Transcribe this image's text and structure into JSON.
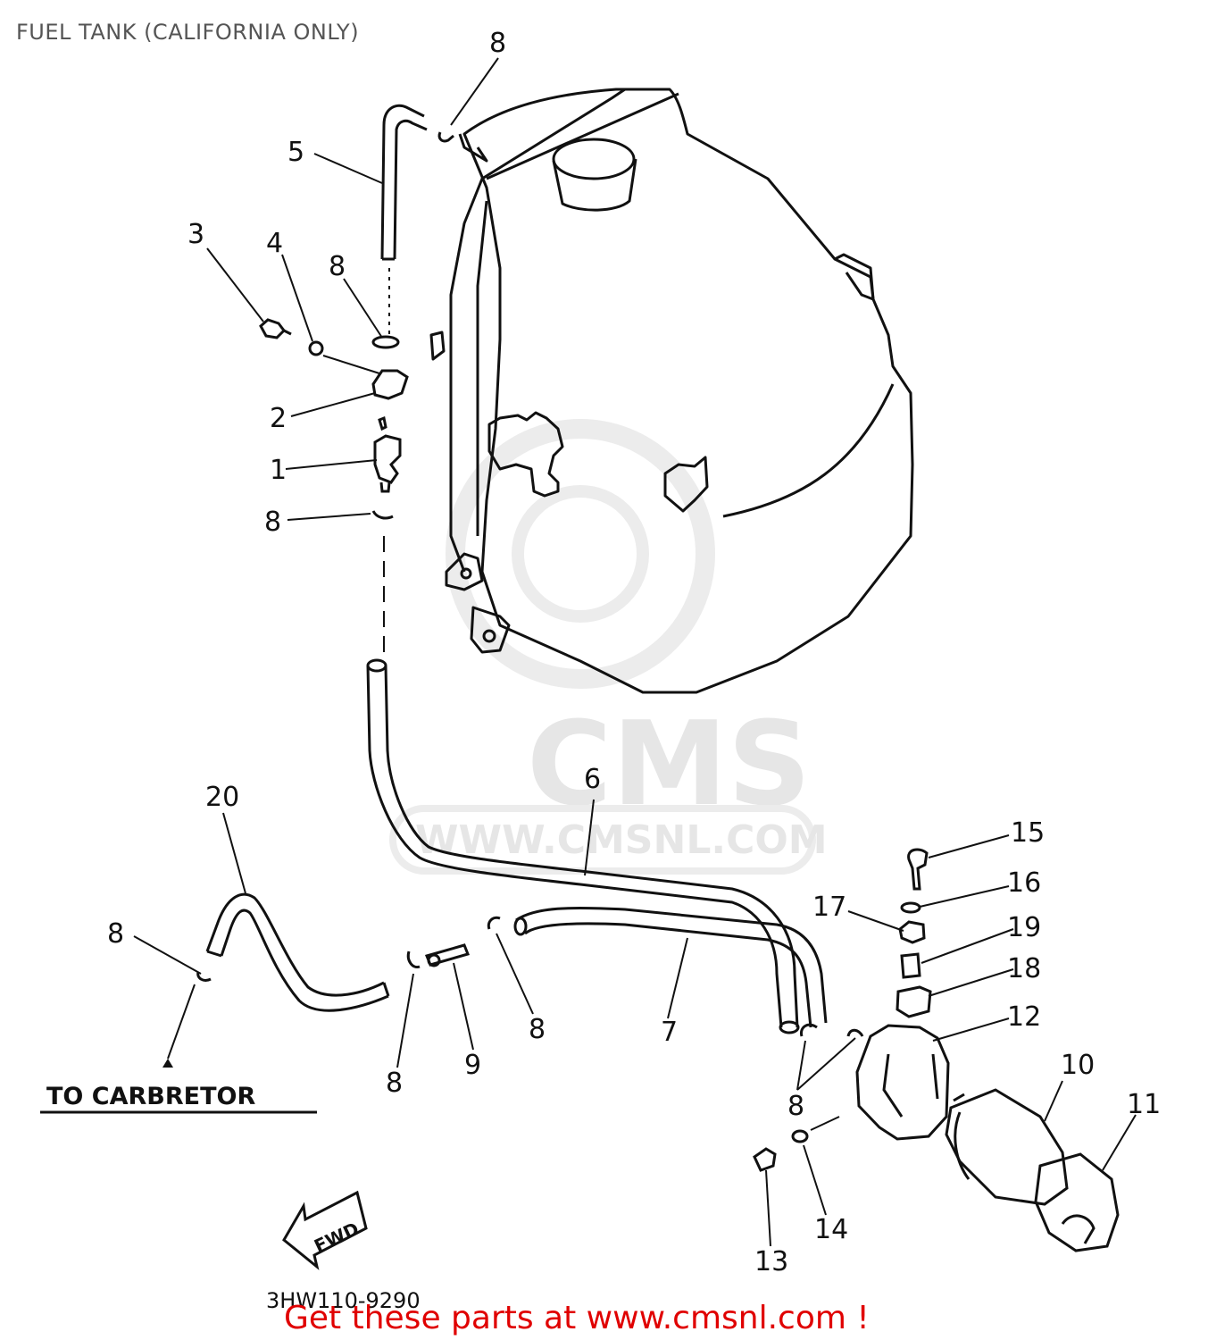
{
  "title": "FUEL TANK (CALIFORNIA ONLY)",
  "watermark": {
    "logo_text": "CMS",
    "url": "WWW.CMSNL.COM"
  },
  "callouts": {
    "c1": "1",
    "c2": "2",
    "c3": "3",
    "c4": "4",
    "c5": "5",
    "c6": "6",
    "c7": "7",
    "c8a": "8",
    "c8b": "8",
    "c8c": "8",
    "c8d": "8",
    "c8e": "8",
    "c8f": "8",
    "c8g": "8",
    "c9": "9",
    "c10": "10",
    "c11": "11",
    "c12": "12",
    "c13": "13",
    "c14": "14",
    "c15": "15",
    "c16": "16",
    "c17": "17",
    "c18": "18",
    "c19": "19",
    "c20": "20"
  },
  "to_carburetor_label": "TO CARBRETOR",
  "fwd_label": "FWD",
  "diagram_code": "3HW110-9290",
  "footer_text": "Get these parts at www.cmsnl.com !",
  "colors": {
    "ink": "#111111",
    "footer": "#e00000",
    "watermark": "#e6e6e6"
  }
}
